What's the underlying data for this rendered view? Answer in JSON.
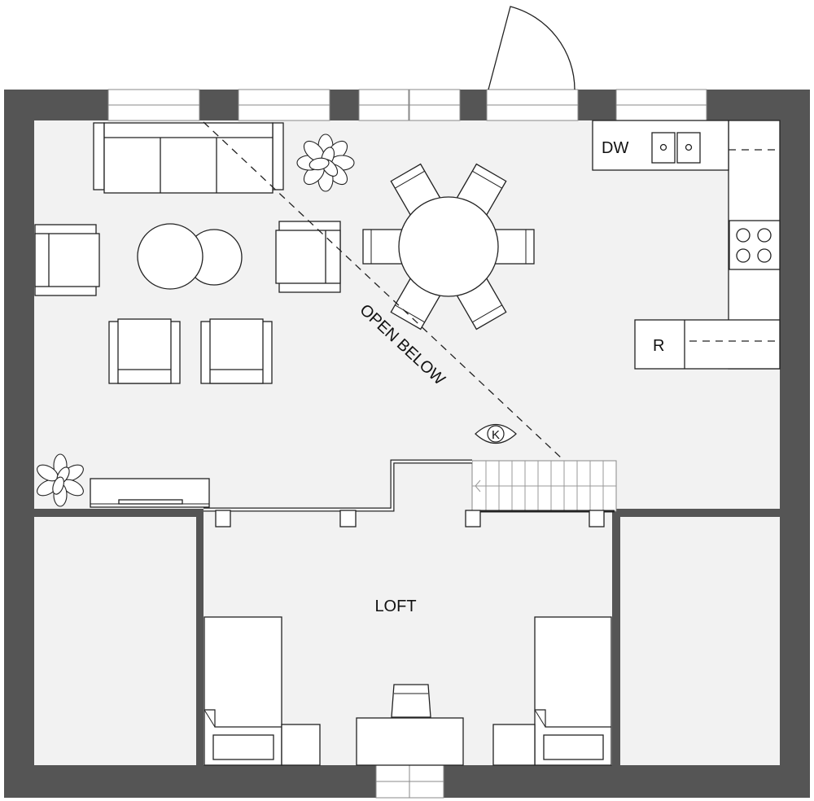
{
  "labels": {
    "open_below": "OPEN BELOW",
    "loft": "LOFT",
    "dishwasher": "DW",
    "refrigerator": "R",
    "fireplace": "K"
  },
  "colors": {
    "wall": "#555555",
    "floor": "#f2f2f2",
    "furniture": "#ffffff"
  }
}
